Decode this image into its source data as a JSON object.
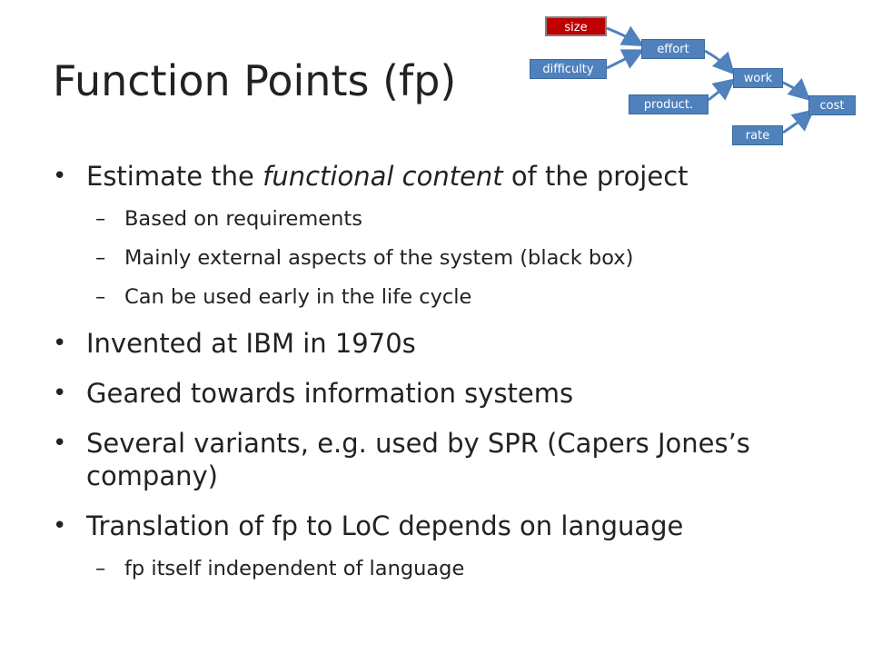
{
  "slide": {
    "title": "Function Points (fp)",
    "diagram": {
      "nodes": {
        "size": "size",
        "effort": "effort",
        "difficulty": "difficulty",
        "work": "work",
        "productivity": "product.",
        "cost": "cost",
        "rate": "rate"
      },
      "colors": {
        "node": "#4f81bd",
        "highlight": "#c00000",
        "arrow": "#4f81bd"
      }
    },
    "bullets": [
      {
        "text_before": "Estimate the ",
        "text_emph": "functional content",
        "text_after": " of the project",
        "sub": [
          "Based on requirements",
          "Mainly external aspects of the system (black box)",
          "Can be used early in the life cycle"
        ]
      },
      {
        "text": "Invented at IBM in 1970s"
      },
      {
        "text": "Geared towards information systems"
      },
      {
        "text": "Several variants, e.g. used by SPR (Capers Jones’s company)"
      },
      {
        "text": "Translation of fp to LoC depends on language",
        "sub": [
          "fp itself independent of language"
        ]
      }
    ]
  }
}
